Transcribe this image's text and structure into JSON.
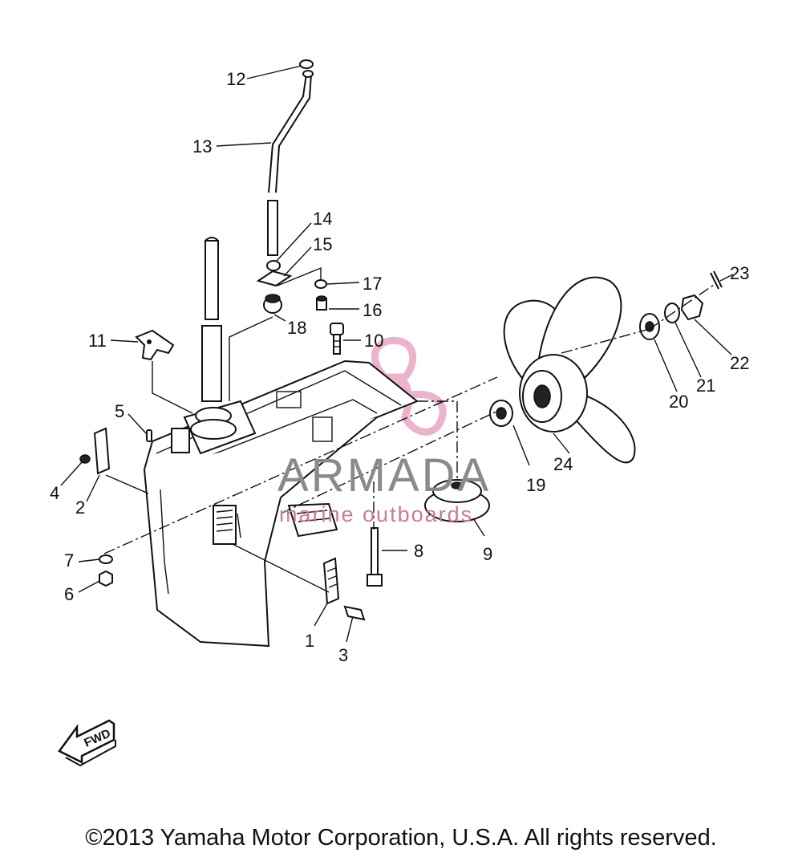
{
  "diagram": {
    "callouts": [
      "1",
      "2",
      "3",
      "4",
      "5",
      "6",
      "7",
      "8",
      "9",
      "10",
      "11",
      "12",
      "13",
      "14",
      "15",
      "16",
      "17",
      "18",
      "19",
      "20",
      "21",
      "22",
      "23",
      "24"
    ]
  },
  "watermark": {
    "brand": "ARMADA",
    "tagline": "marine outboards",
    "colors": {
      "logo": "#e9a8c4",
      "text": "#8a8a8a"
    }
  },
  "direction_label": "FWD",
  "copyright": "©2013 Yamaha Motor Corporation, U.S.A. All rights reserved."
}
